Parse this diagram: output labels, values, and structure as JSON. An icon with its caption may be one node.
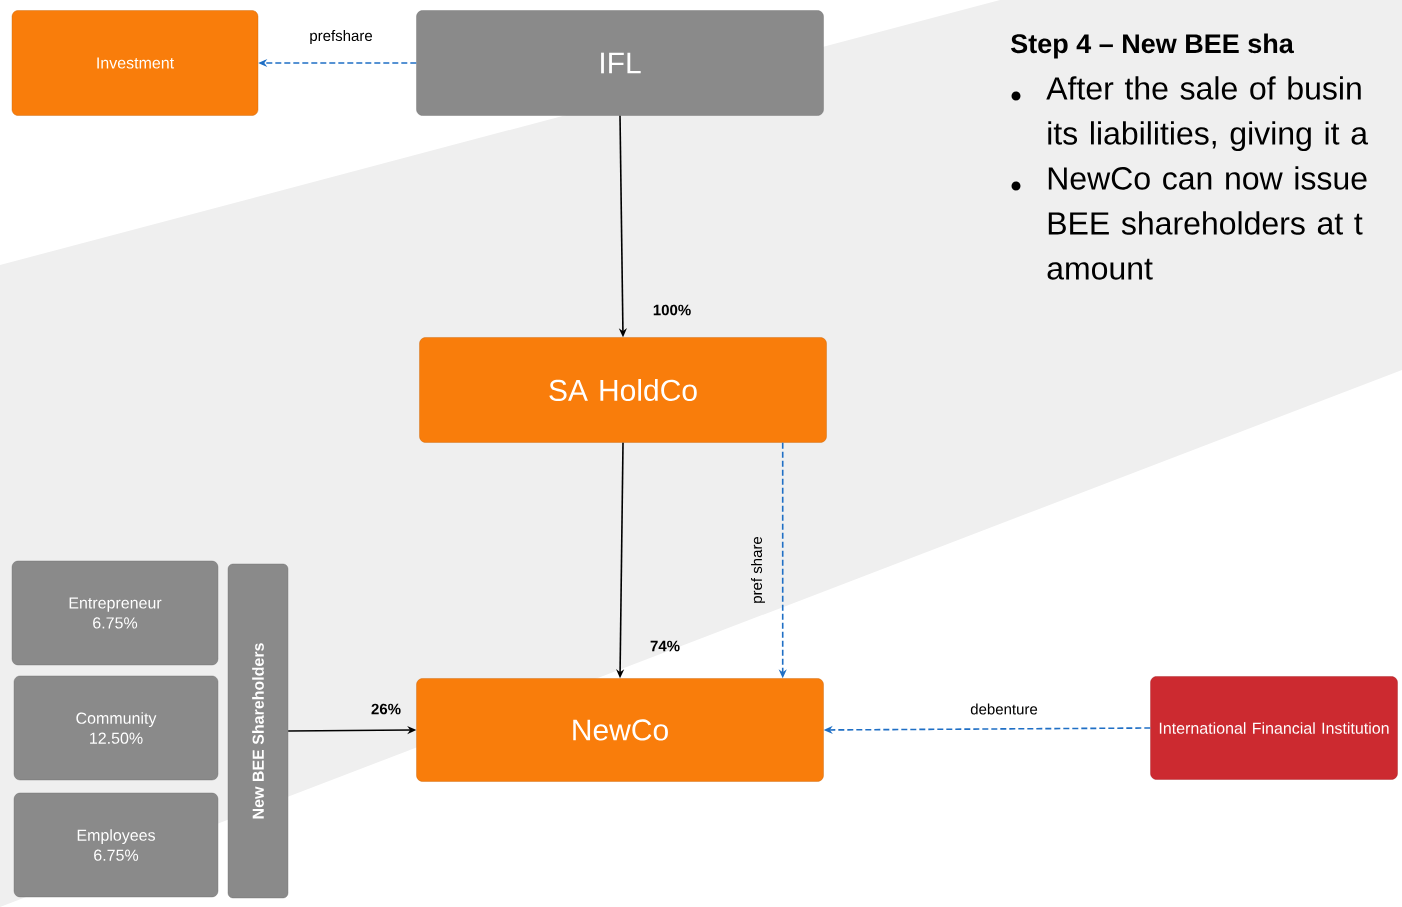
{
  "diagram": {
    "title": "Step 4 – New BEE sha",
    "nodes": [
      {
        "text": [
          "Investment"
        ]
      },
      {
        "text": [
          "IFL"
        ]
      },
      {
        "text": [
          "SA HoldCo"
        ]
      },
      {
        "text": [
          "NewCo"
        ]
      },
      {
        "text": [
          "Entrepreneur",
          "6.75%"
        ]
      },
      {
        "text": [
          "Community",
          "12.50%"
        ]
      },
      {
        "text": [
          "Employees",
          "6.75%"
        ]
      },
      {
        "text": [
          "New BEE Shareholders"
        ]
      },
      {
        "text": [
          "International Financial Institution"
        ]
      }
    ],
    "edges": [
      {
        "from": 1,
        "to": 0,
        "arrow": "to",
        "label": "prefshare",
        "style": "dashed",
        "color": "#1f6fc5"
      },
      {
        "from": 1,
        "to": 2,
        "arrow": "to",
        "label": "100%",
        "color": "#000000"
      },
      {
        "from": 2,
        "to": 3,
        "arrow": "to",
        "label": "74%",
        "color": "#000000"
      },
      {
        "from": 2,
        "to": 3,
        "arrow": "to",
        "label": "pref share",
        "style": "dashed",
        "color": "#1f6fc5"
      },
      {
        "from": 7,
        "to": 3,
        "arrow": "to",
        "label": "26%",
        "color": "#000000"
      },
      {
        "from": 8,
        "to": 3,
        "arrow": "to",
        "label": "debenture",
        "style": "dashed",
        "color": "#1f6fc5"
      }
    ],
    "labels": [
      "After the sale of busin its liabilities, giving it a",
      "NewCo can now issue BEE shareholders at t amount"
    ]
  }
}
